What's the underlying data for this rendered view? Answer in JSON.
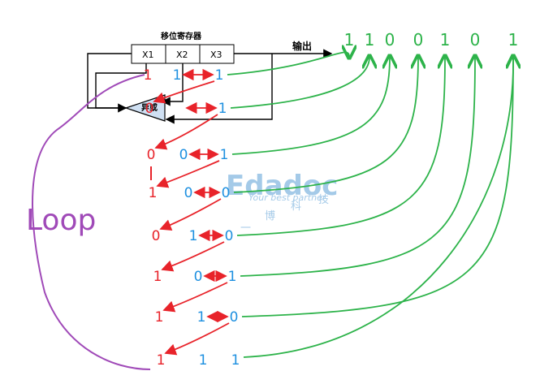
{
  "register": {
    "title": "移位寄存器",
    "cells": [
      "X1",
      "X2",
      "X3"
    ]
  },
  "xor_label": "异或",
  "output_label": "输出",
  "output_bits": [
    "1",
    "1",
    "1",
    "0",
    "0",
    "1",
    "0",
    "1"
  ],
  "loop_label": "Loop",
  "watermark": {
    "brand": "Edadoc",
    "tagline": "Your best partner",
    "chinese": [
      "一",
      "博",
      "科",
      "技"
    ]
  },
  "steps": [
    {
      "feedback": "1",
      "x2": "1",
      "x3": "1"
    },
    {
      "feedback": "0",
      "x2": "",
      "x3": "1"
    },
    {
      "feedback": "0",
      "x2": "0",
      "x3": "1"
    },
    {
      "feedback": "1",
      "x2": "0",
      "x3": "0"
    },
    {
      "feedback": "0",
      "x2": "1",
      "x3": "0"
    },
    {
      "feedback": "1",
      "x2": "0",
      "x3": "1"
    },
    {
      "feedback": "1",
      "x2": "1",
      "x3": "0"
    },
    {
      "feedback": "1",
      "x2": "1",
      "x3": "1"
    }
  ],
  "colors": {
    "red": "#e8232a",
    "blue": "#1e90e0",
    "green": "#2db34a",
    "purple": "#a04ab8",
    "watermark": "#5a9fd6"
  }
}
